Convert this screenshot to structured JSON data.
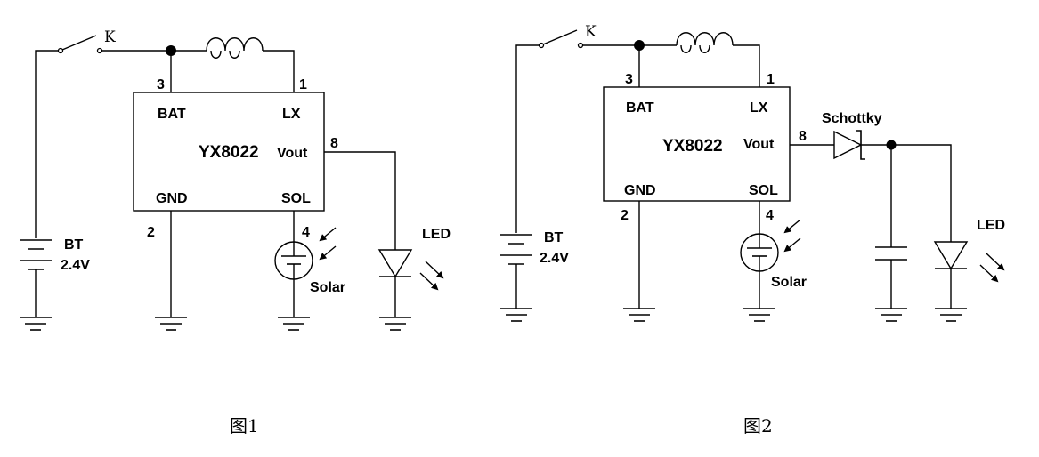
{
  "figure1": {
    "caption": "图1",
    "switch_label": "K",
    "chip": {
      "name": "YX8022",
      "bat": "BAT",
      "lx": "LX",
      "vout": "Vout",
      "gnd": "GND",
      "sol": "SOL"
    },
    "pins": {
      "bat": "3",
      "lx": "1",
      "vout": "8",
      "gnd": "2",
      "sol": "4"
    },
    "battery": {
      "name": "BT",
      "voltage": "2.4V"
    },
    "solar_label": "Solar",
    "led_label": "LED"
  },
  "figure2": {
    "caption": "图2",
    "switch_label": "K",
    "chip": {
      "name": "YX8022",
      "bat": "BAT",
      "lx": "LX",
      "vout": "Vout",
      "gnd": "GND",
      "sol": "SOL"
    },
    "pins": {
      "bat": "3",
      "lx": "1",
      "vout": "8",
      "gnd": "2",
      "sol": "4"
    },
    "battery": {
      "name": "BT",
      "voltage": "2.4V"
    },
    "solar_label": "Solar",
    "led_label": "LED",
    "diode_label": "Schottky"
  }
}
